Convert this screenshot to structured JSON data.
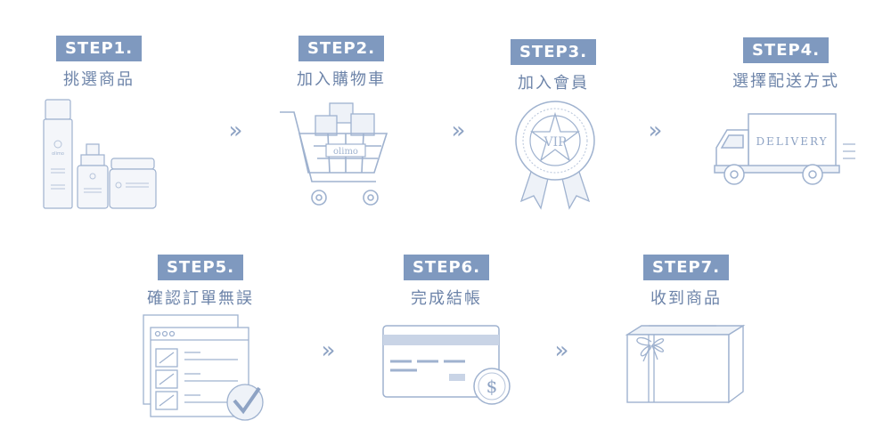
{
  "colors": {
    "badge": "#7f99bf",
    "label": "#6d84a9",
    "line": "#9fb2cf",
    "fill": "#eef2f8"
  },
  "steps": [
    {
      "badge": "STEP1.",
      "label": "挑選商品",
      "icon": "skincare-products-icon",
      "product_brand": "olimo"
    },
    {
      "badge": "STEP2.",
      "label": "加入購物車",
      "icon": "shopping-cart-icon",
      "cart_text": "olimo"
    },
    {
      "badge": "STEP3.",
      "label": "加入會員",
      "icon": "vip-badge-icon",
      "vip_text": "VIP"
    },
    {
      "badge": "STEP4.",
      "label": "選擇配送方式",
      "icon": "delivery-truck-icon",
      "truck_text": "DELIVERY"
    },
    {
      "badge": "STEP5.",
      "label": "確認訂單無誤",
      "icon": "order-checklist-icon"
    },
    {
      "badge": "STEP6.",
      "label": "完成結帳",
      "icon": "credit-card-payment-icon",
      "currency": "$"
    },
    {
      "badge": "STEP7.",
      "label": "收到商品",
      "icon": "gift-box-icon"
    }
  ],
  "arrow_glyph": "»"
}
